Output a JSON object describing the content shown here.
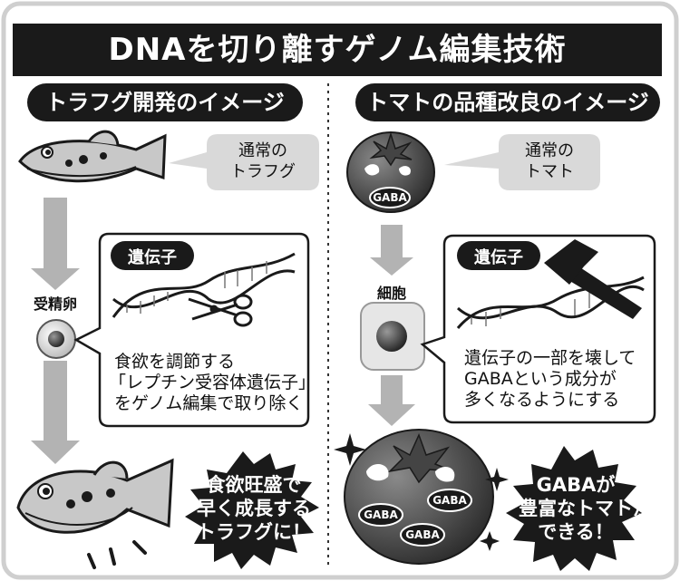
{
  "title": "DNAを切り離すゲノム編集技術",
  "left": {
    "section_title": "トラフグ開発のイメージ",
    "normal_label": [
      "通常の",
      "トラフグ"
    ],
    "egg_label": "受精卵",
    "gene_label": "遺伝子",
    "description": [
      "食欲を調節する",
      "「レプチン受容体遺伝子」",
      "をゲノム編集で取り除く"
    ],
    "result": [
      "食欲旺盛で",
      "早く成長する",
      "トラフグに！"
    ]
  },
  "right": {
    "section_title": "トマトの品種改良のイメージ",
    "normal_label": [
      "通常の",
      "トマト"
    ],
    "cell_label": "細胞",
    "gene_label": "遺伝子",
    "description": [
      "遺伝子の一部を壊して",
      "GABAという成分が",
      "多くなるようにする"
    ],
    "result": [
      "GABAが",
      "豊富なトマトが",
      "できる！"
    ],
    "tomato_tag": "GABA"
  },
  "colors": {
    "black": "#1a1a1a",
    "grey": "#b3b3b3",
    "light_grey": "#d9d9d9",
    "white": "#ffffff"
  }
}
